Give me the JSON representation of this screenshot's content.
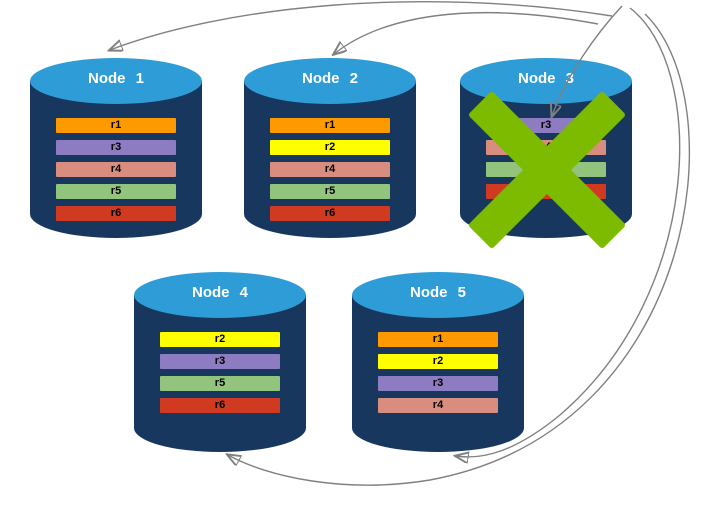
{
  "diagram": {
    "description": "Distributed database replication diagram with five nodes; Node 3 is failed (green X) and arrows show replicas being redistributed to the other nodes.",
    "cylinder": {
      "body_color": "#17375E",
      "top_color": "#2E9CD6"
    },
    "arrow_color": "#808080",
    "failure_mark_color": "#7DBB00",
    "row_colors": {
      "r1": "#FF9900",
      "r2": "#FFFF00",
      "r3": "#8E7CC3",
      "r4": "#D98D7E",
      "r5": "#93C47D",
      "r6": "#CF3A21"
    },
    "nodes": [
      {
        "title": "Node 1",
        "failed": false,
        "rows": [
          {
            "label": "r1",
            "color": "#FF9900"
          },
          {
            "label": "r3",
            "color": "#8E7CC3"
          },
          {
            "label": "r4",
            "color": "#D98D7E"
          },
          {
            "label": "r5",
            "color": "#93C47D"
          },
          {
            "label": "r6",
            "color": "#CF3A21"
          }
        ]
      },
      {
        "title": "Node 2",
        "failed": false,
        "rows": [
          {
            "label": "r1",
            "color": "#FF9900"
          },
          {
            "label": "r2",
            "color": "#FFFF00"
          },
          {
            "label": "r4",
            "color": "#D98D7E"
          },
          {
            "label": "r5",
            "color": "#93C47D"
          },
          {
            "label": "r6",
            "color": "#CF3A21"
          }
        ]
      },
      {
        "title": "Node 3",
        "failed": true,
        "rows": [
          {
            "label": "r3",
            "color": "#8E7CC3"
          },
          {
            "label": "r4",
            "color": "#D98D7E"
          },
          {
            "label": "r5",
            "color": "#93C47D"
          },
          {
            "label": "r6",
            "color": "#CF3A21"
          }
        ]
      },
      {
        "title": "Node 4",
        "failed": false,
        "rows": [
          {
            "label": "r2",
            "color": "#FFFF00"
          },
          {
            "label": "r3",
            "color": "#8E7CC3"
          },
          {
            "label": "r5",
            "color": "#93C47D"
          },
          {
            "label": "r6",
            "color": "#CF3A21"
          }
        ]
      },
      {
        "title": "Node 5",
        "failed": false,
        "rows": [
          {
            "label": "r1",
            "color": "#FF9900"
          },
          {
            "label": "r2",
            "color": "#FFFF00"
          },
          {
            "label": "r3",
            "color": "#8E7CC3"
          },
          {
            "label": "r4",
            "color": "#D98D7E"
          }
        ]
      }
    ]
  }
}
